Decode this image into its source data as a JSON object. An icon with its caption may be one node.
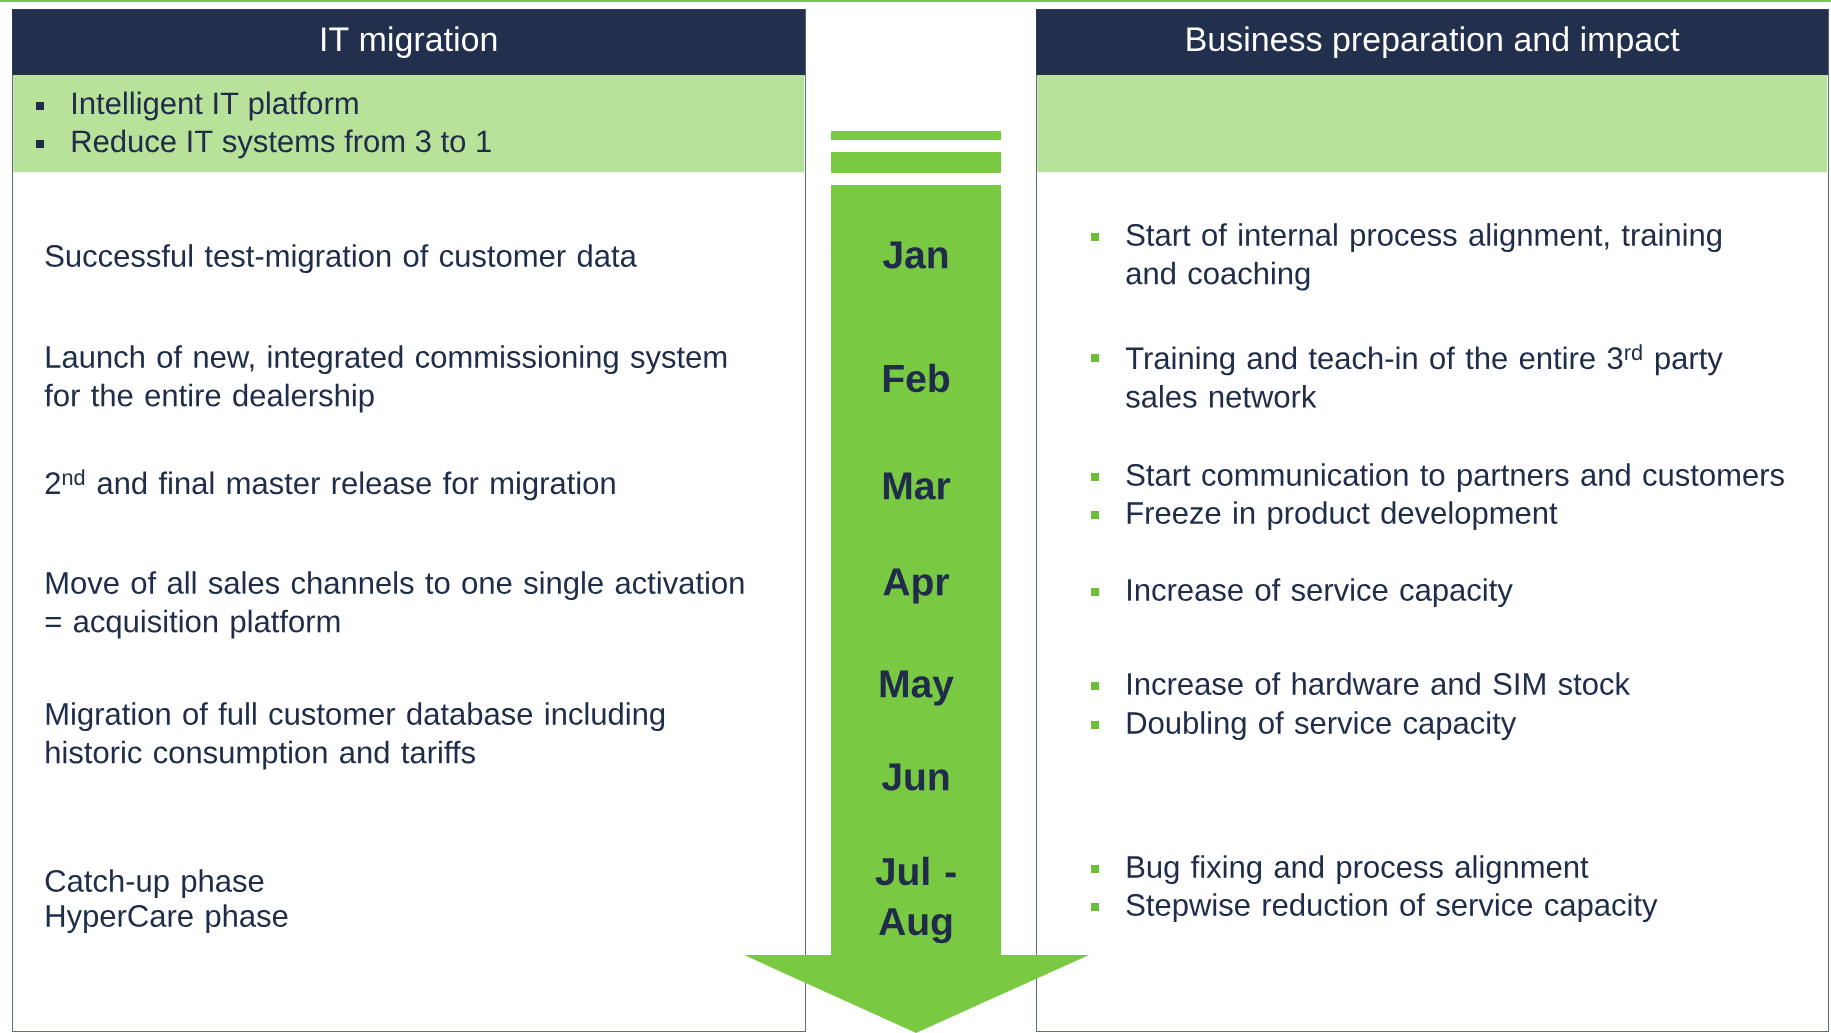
{
  "diagram": {
    "nodes": [
      {
        "text": [
          "IT migration",
          "Successful test-migration of customer data",
          "Launch of new, integrated commissioning system for the entire dealership",
          "2$^{nd}$ and final master release for migration",
          "Move of all sales channels to one single activation = acquisition platform",
          "Migration of full customer database including historic consumption and tariffs",
          "Catch-up phase",
          "HyperCare phase"
        ]
      },
      {
        "text": [
          "Intelligent IT platform",
          "Reduce IT systems from 3 to 1"
        ],
        "in": 0
      },
      {
        "text": [
          "Business preparation and impact",
          "Start of internal process alignment, training and coaching",
          "Training and teach-in of the entire 3$^{rd}$ party sales network",
          "Start communication to partners and customers",
          "Freeze in product development",
          "Increase of service capacity",
          "Increase of hardware and SIM stock",
          "Doubling of service capacity",
          "Bug fixing and process alignment",
          "Stepwise reduction of service capacity"
        ]
      },
      {
        "text": [],
        "shape": "box",
        "in": 2
      },
      {
        "text": [
          "Jan",
          "Feb",
          "Mar",
          "Apr",
          "May",
          "Jun",
          "Jul - Aug"
        ]
      }
    ]
  }
}
